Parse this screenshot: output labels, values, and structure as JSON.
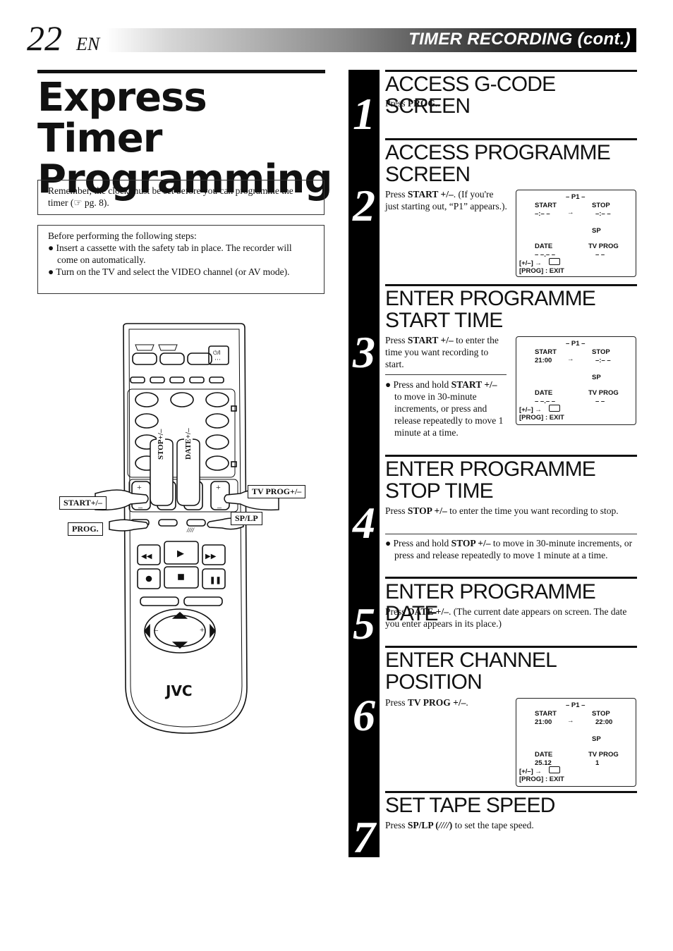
{
  "header": {
    "page_number": "22",
    "language": "EN",
    "section": "TIMER RECORDING (cont.)"
  },
  "title": {
    "line1": "Express Timer",
    "line2": "Programming"
  },
  "clock_note": {
    "text_a": "Remember, the clock must be set before you can programme the timer (",
    "ref_icon": "☞",
    "text_b": " pg. 8)."
  },
  "before_box": {
    "intro": "Before performing the following steps:",
    "bullets": [
      "Insert a cassette with the safety tab in place. The recorder will come on automatically.",
      "Turn on the TV and select the VIDEO channel (or AV mode)."
    ]
  },
  "remote": {
    "labels": {
      "start": "START+/–",
      "prog": "PROG.",
      "tvprog": "TV PROG+/–",
      "splp": "SP/LP",
      "stop_vertical": "STOP+/–",
      "date_vertical": "DATE+/–",
      "brand": "JVC"
    },
    "icons": [
      "remote-control",
      "hand-pointer-icon",
      "play-icon",
      "stop-icon",
      "pause-icon",
      "record-icon",
      "rewind-icon",
      "fast-forward-icon",
      "power-icon"
    ]
  },
  "steps": [
    {
      "number": "1",
      "heading": "ACCESS G-CODE SCREEN",
      "text_parts": [
        {
          "t": "Press "
        },
        {
          "t": "PROG.",
          "b": true
        },
        {
          "t": "."
        }
      ]
    },
    {
      "number": "2",
      "heading": "ACCESS PROGRAMME SCREEN",
      "text_parts": [
        {
          "t": "Press "
        },
        {
          "t": "START +/–",
          "b": true
        },
        {
          "t": ". (If you're just starting out, “P1” appears.)."
        }
      ],
      "osd": {
        "title": "– P1 –",
        "start_label": "START",
        "start_value": "–:– –",
        "stop_label": "STOP",
        "stop_value": "–:– –",
        "speed": "SP",
        "date_label": "DATE",
        "date_value": "– –.– –",
        "tvprog_label": "TV PROG",
        "tvprog_value": "– –",
        "line1": "[+/–] →",
        "line2": "[PROG] : EXIT"
      }
    },
    {
      "number": "3",
      "heading": "ENTER PROGRAMME START TIME",
      "text_parts": [
        {
          "t": "Press "
        },
        {
          "t": "START +/–",
          "b": true
        },
        {
          "t": " to enter the time you want recording to start."
        }
      ],
      "bullet_parts": [
        {
          "t": "Press and hold "
        },
        {
          "t": "START +/–",
          "b": true
        },
        {
          "t": " to move in 30-minute increments, or press and release repeatedly to move 1 minute at a time."
        }
      ],
      "osd": {
        "title": "– P1 –",
        "start_label": "START",
        "start_value": "21:00",
        "stop_label": "STOP",
        "stop_value": "–:– –",
        "speed": "SP",
        "date_label": "DATE",
        "date_value": "– –.– –",
        "tvprog_label": "TV PROG",
        "tvprog_value": "– –",
        "line1": "[+/–] →",
        "line2": "[PROG] : EXIT"
      }
    },
    {
      "number": "4",
      "heading": "ENTER PROGRAMME STOP TIME",
      "text_parts": [
        {
          "t": "Press "
        },
        {
          "t": "STOP +/–",
          "b": true
        },
        {
          "t": " to enter the time you want recording to stop."
        }
      ],
      "bullet_parts": [
        {
          "t": "Press and hold "
        },
        {
          "t": "STOP +/–",
          "b": true
        },
        {
          "t": " to move in 30-minute increments, or press and release repeatedly to move 1 minute at a time."
        }
      ]
    },
    {
      "number": "5",
      "heading": "ENTER PROGRAMME DATE",
      "text_parts": [
        {
          "t": "Press "
        },
        {
          "t": "DATE +/–",
          "b": true
        },
        {
          "t": ". (The current date appears on screen. The date you enter appears in its place.)"
        }
      ]
    },
    {
      "number": "6",
      "heading": "ENTER CHANNEL POSITION",
      "text_parts": [
        {
          "t": "Press "
        },
        {
          "t": "TV PROG +/–",
          "b": true
        },
        {
          "t": "."
        }
      ],
      "osd": {
        "title": "– P1 –",
        "start_label": "START",
        "start_value": "21:00",
        "stop_label": "STOP",
        "stop_value": "22:00",
        "speed": "SP",
        "date_label": "DATE",
        "date_value": "25.12",
        "tvprog_label": "TV PROG",
        "tvprog_value": "1",
        "line1": "[+/–] →",
        "line2": "[PROG] : EXIT"
      }
    },
    {
      "number": "7",
      "heading": "SET TAPE SPEED",
      "text_parts": [
        {
          "t": "Press "
        },
        {
          "t": "SP/LP (",
          "b": true
        },
        {
          "t": "////",
          "b": true,
          "i": true
        },
        {
          "t": ")",
          "b": true
        },
        {
          "t": " to set the tape speed."
        }
      ]
    }
  ]
}
